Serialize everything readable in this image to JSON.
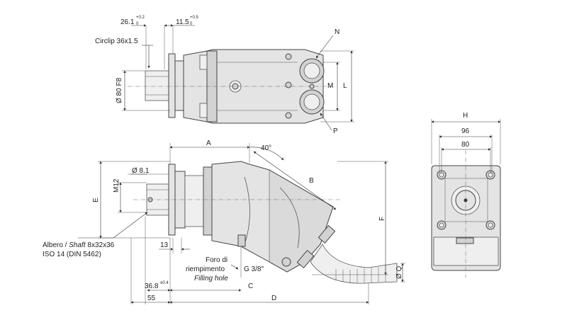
{
  "labels": {
    "dim_26": "26.1",
    "dim_26_tol_top": "+0.2",
    "dim_26_tol_bot": "0",
    "dim_11": "11.5",
    "dim_11_tol_top": "+0.5",
    "dim_11_tol_bot": "0",
    "circlip": "Circlip 36x1.5",
    "n": "N",
    "m": "M",
    "l": "L",
    "p": "P",
    "dia_80f8": "Ø 80 F8",
    "h": "H",
    "d96": "96",
    "d80": "80",
    "a": "A",
    "angle": "40°",
    "b": "B",
    "d81": "Ø 8.1",
    "m12": "M12",
    "e": "E",
    "f": "F",
    "d13": "13",
    "shaft_line1_a": "Albero / ",
    "shaft_line1_b": "Shaft",
    "shaft_line1_c": " 8x32x36",
    "shaft_line2": "ISO 14 (DIN 5462)",
    "filling_it1": "Foro di",
    "filling_it2": "riempimento",
    "filling_en": "Filling hole",
    "g": "G 3/8\"",
    "dq": "Ø Q",
    "d36": "36.8",
    "d36_tol": "±0.4",
    "c": "C",
    "d55": "55",
    "d": "D"
  }
}
